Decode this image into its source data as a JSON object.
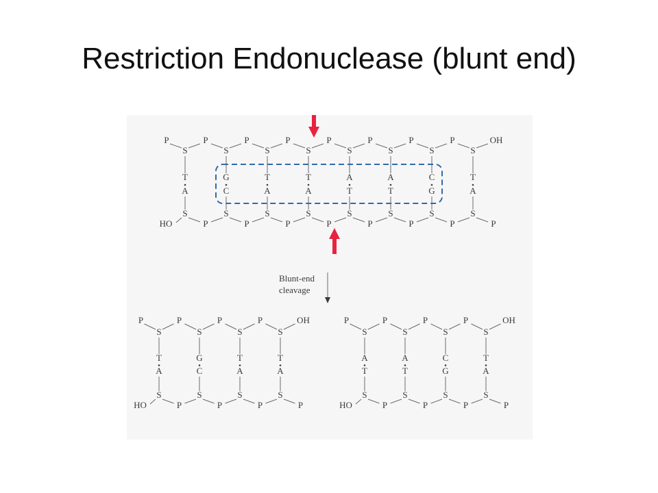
{
  "slide": {
    "title": "Restriction Endonuclease (blunt end)"
  },
  "labels": {
    "phosphate": "P",
    "sugar": "S",
    "hydroxyl": "OH",
    "hydroxyl_left": "HO",
    "cleavage_line1": "Blunt-end",
    "cleavage_line2": "cleavage"
  },
  "dna": {
    "top_strand": [
      "T",
      "G",
      "T",
      "T",
      "A",
      "A",
      "C",
      "T"
    ],
    "bottom_strand": [
      "A",
      "C",
      "A",
      "A",
      "T",
      "T",
      "G",
      "A"
    ],
    "recognition_site": "GTTAAC / CAATTG"
  },
  "fragments": [
    {
      "top": [
        "T",
        "G",
        "T",
        "T"
      ],
      "bottom": [
        "A",
        "C",
        "A",
        "A"
      ]
    },
    {
      "top": [
        "A",
        "A",
        "C",
        "T"
      ],
      "bottom": [
        "T",
        "T",
        "G",
        "A"
      ]
    }
  ],
  "colors": {
    "arrow": "#e8233f",
    "box": "#2f6aa8",
    "text": "#3a3a3a"
  }
}
